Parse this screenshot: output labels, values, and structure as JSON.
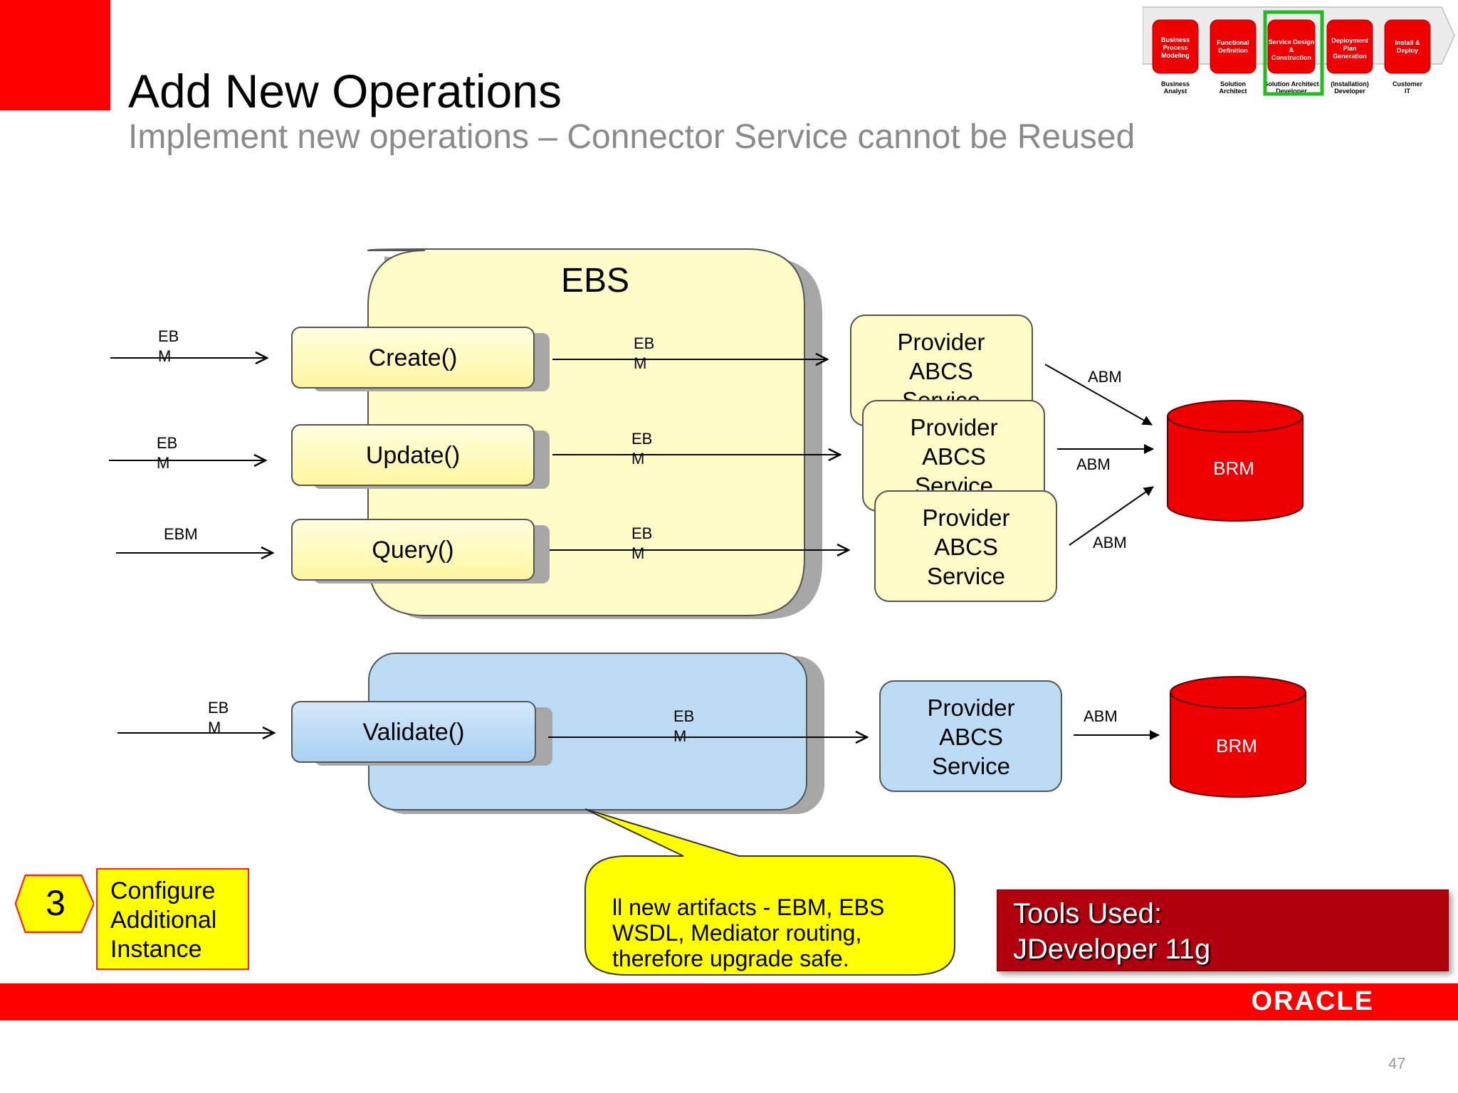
{
  "header": {
    "title": "Add New Operations",
    "subtitle": "Implement new operations – Connector Service cannot be Reused"
  },
  "process_strip": {
    "steps": [
      {
        "label": "Business Process Modeling",
        "role": "Business Analyst"
      },
      {
        "label": "Functional Definition",
        "role": "Solution Architect"
      },
      {
        "label": "Service Design & Construction",
        "role": "Solution Architect Developer"
      },
      {
        "label": "Deployment Plan Generation",
        "role": "(Installation) Developer"
      },
      {
        "label": "Install & Deploy",
        "role": "Customer IT"
      }
    ],
    "highlight_index": 2,
    "highlight_color": "#22bb22"
  },
  "ebs": {
    "title": "EBS",
    "operations": [
      "Create()",
      "Update()",
      "Query()"
    ],
    "validate_operation": "Validate()",
    "inbound_labels": [
      "EB\nM",
      "EB\nM",
      "EBM"
    ],
    "outbound_labels": [
      "EB\nM",
      "EB\nM",
      "EB\nM"
    ],
    "validate_inbound_label": "EB\nM",
    "validate_outbound_label": "EB\nM"
  },
  "providers": {
    "labels": [
      "Provider\nABCS\nService",
      "Provider\nABCS\nService",
      "Provider\nABCS\nService"
    ],
    "validate_label": "Provider\nABCS\nService",
    "abm_labels": [
      "ABM",
      "ABM",
      "ABM"
    ],
    "validate_abm_label": "ABM"
  },
  "brm": {
    "label_top": "BRM",
    "label_bottom": "BRM"
  },
  "callout": {
    "text": "ll new artifacts - EBM, EBS\nWSDL, Mediator routing,\ntherefore upgrade safe."
  },
  "step": {
    "number": "3",
    "text": "Configure\nAdditional\nInstance"
  },
  "tools": {
    "line1": "Tools Used:",
    "line2": "JDeveloper 11g"
  },
  "footer": {
    "logo": "ORACLE",
    "page_number": "47"
  },
  "colors": {
    "accent": "#ff0000",
    "yellow_fill": "#fffcc8",
    "blue_fill": "#bcdcf6",
    "brm_red": "#ee0000"
  }
}
